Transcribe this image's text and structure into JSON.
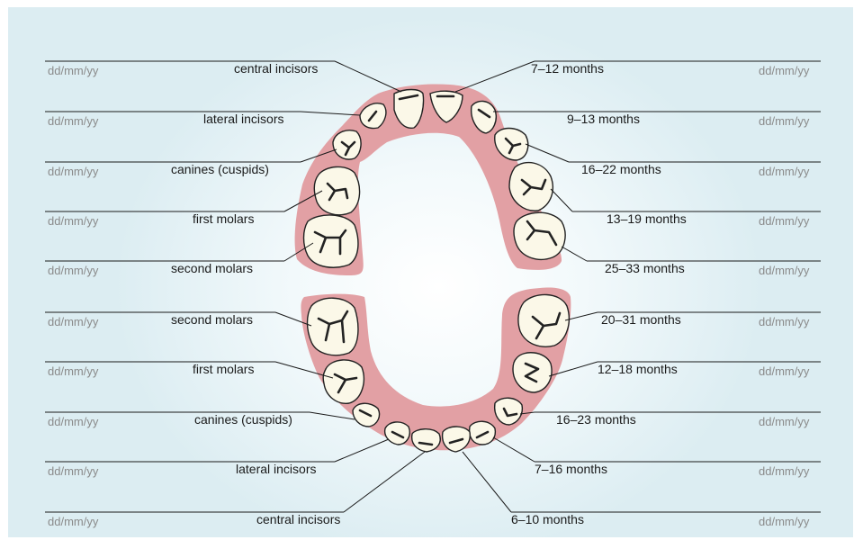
{
  "date_placeholder": "dd/mm/yy",
  "colors": {
    "gum": "#e2a0a4",
    "tooth_fill": "#fbf8e8",
    "tooth_stroke": "#222222",
    "background": "#dcedf2",
    "line": "#1a1a1a"
  },
  "upper_left": [
    {
      "tooth": "central incisors"
    },
    {
      "tooth": "lateral incisors"
    },
    {
      "tooth": "canines (cuspids)"
    },
    {
      "tooth": "first molars"
    },
    {
      "tooth": "second molars"
    }
  ],
  "upper_right": [
    {
      "age": "7–12 months"
    },
    {
      "age": "9–13 months"
    },
    {
      "age": "16–22 months"
    },
    {
      "age": "13–19 months"
    },
    {
      "age": "25–33 months"
    }
  ],
  "lower_left": [
    {
      "tooth": "second molars"
    },
    {
      "tooth": "first molars"
    },
    {
      "tooth": "canines (cuspids)"
    },
    {
      "tooth": "lateral incisors"
    },
    {
      "tooth": "central incisors"
    }
  ],
  "lower_right": [
    {
      "age": "20–31 months"
    },
    {
      "age": "12–18 months"
    },
    {
      "age": "16–23 months"
    },
    {
      "age": "7–16 months"
    },
    {
      "age": "6–10 months"
    }
  ]
}
